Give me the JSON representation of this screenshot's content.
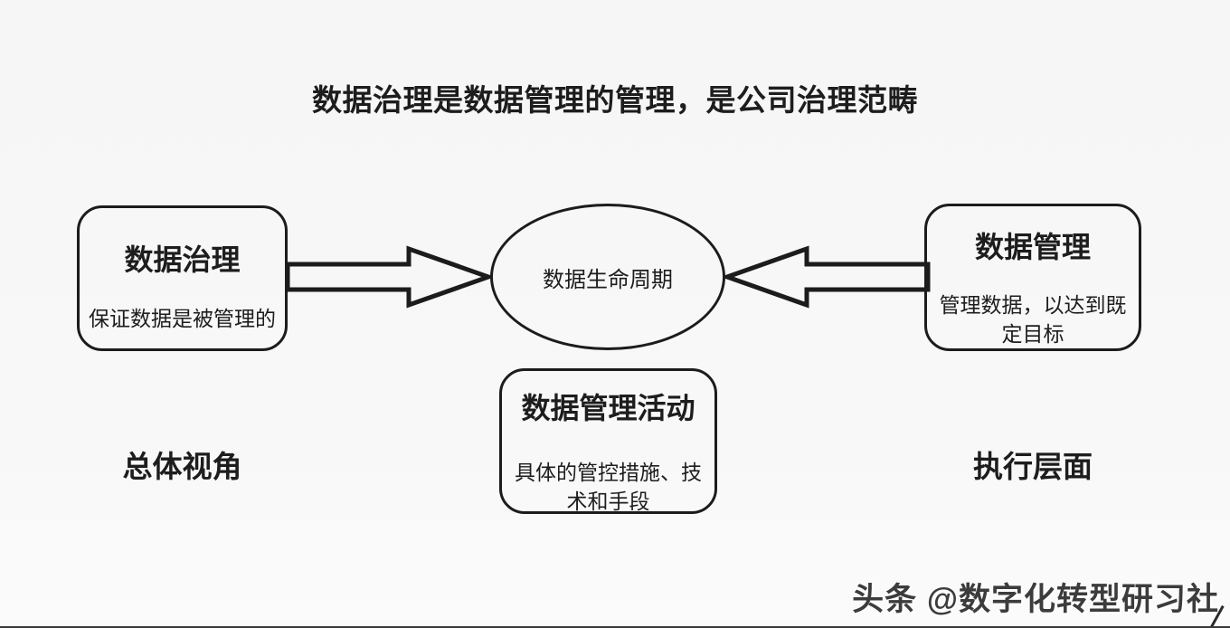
{
  "title": "数据治理是数据管理的管理，是公司治理范畴",
  "diagram": {
    "governance": {
      "title": "数据治理",
      "subtitle": "保证数据是被管理的"
    },
    "lifecycle": {
      "label": "数据生命周期"
    },
    "management": {
      "title": "数据管理",
      "subtitle": "管理数据，以达到既定目标"
    },
    "activities": {
      "title": "数据管理活动",
      "subtitle": "具体的管控措施、技术和手段"
    },
    "perspective_left": "总体视角",
    "perspective_right": "执行层面"
  },
  "watermark": {
    "text": "头条 @数字化转型研习社"
  },
  "colors": {
    "background": "#f7f7f7",
    "line": "#1c1c1c",
    "text": "#1d1d1d",
    "watermark": "#3c3c3c"
  }
}
